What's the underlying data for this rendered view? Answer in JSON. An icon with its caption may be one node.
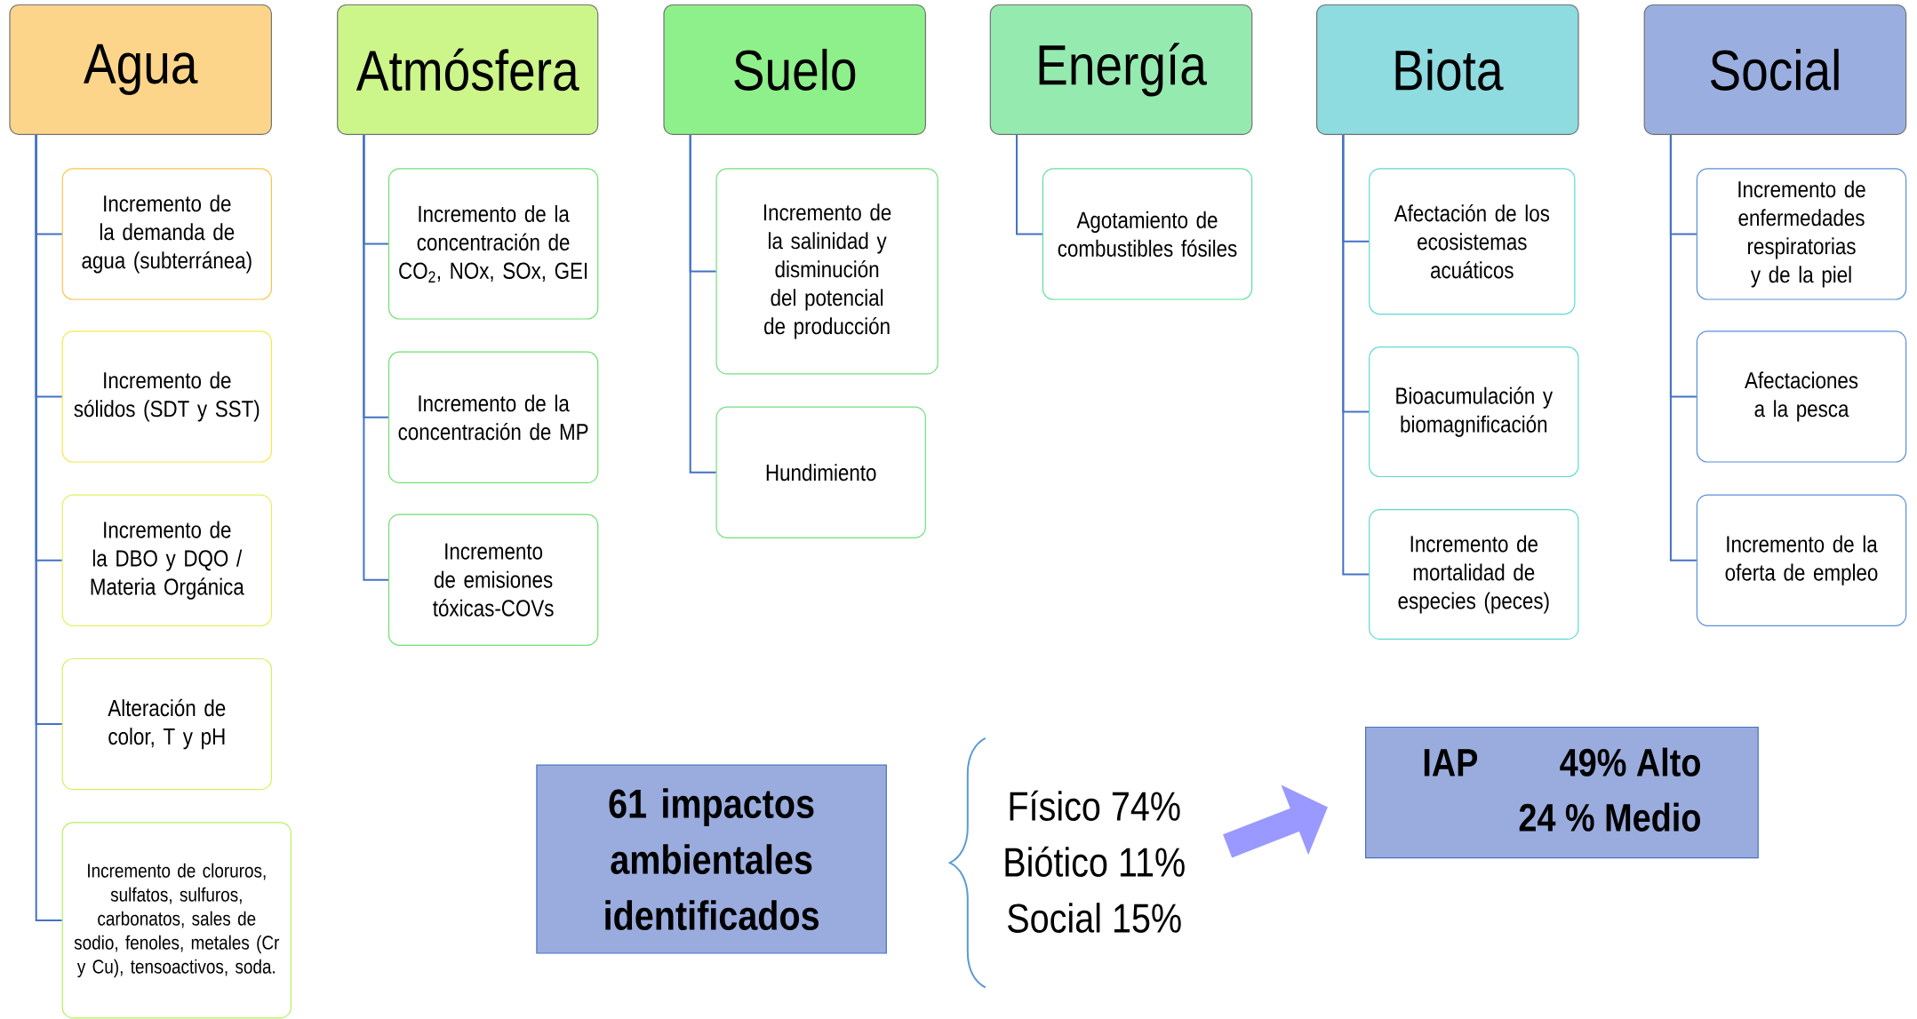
{
  "diagram": {
    "nodes": [
      {
        "text": [
          "Agua"
        ]
      },
      {
        "text": [
          "Incremento de la demanda de agua (subterránea)"
        ]
      },
      {
        "text": [
          "Incremento de sólidos (SDT y SST)"
        ]
      },
      {
        "text": [
          "Incremento de la DBO  y DQO / Materia Orgánica"
        ]
      },
      {
        "text": [
          "Alteración de color, T y pH"
        ]
      },
      {
        "text": [
          "Incremento de cloruros, sulfatos, sulfuros, carbonatos, sales de sodio, fenoles, metales (Cr y Cu), tensoactivos, soda."
        ]
      },
      {
        "text": [
          "Atmósfera"
        ]
      },
      {
        "text": [
          "Incremento de la concentración de CO$_{2}$, NOx, SOx, GEI"
        ]
      },
      {
        "text": [
          "Incremento de la concentración de MP"
        ]
      },
      {
        "text": [
          "Incremento de emisiones tóxicas-COVs"
        ]
      },
      {
        "text": [
          "Suelo"
        ]
      },
      {
        "text": [
          "Incremento de la salinidad y disminución del potencial de producción"
        ]
      },
      {
        "text": [
          "Hundimiento"
        ]
      },
      {
        "text": [
          "Energía"
        ]
      },
      {
        "text": [
          "Agotamiento de combustibles fósiles"
        ]
      },
      {
        "text": [
          "Biota"
        ]
      },
      {
        "text": [
          "Afectación de los ecosistemas acuáticos"
        ]
      },
      {
        "text": [
          "Bioacumulación y biomagnificación"
        ]
      },
      {
        "text": [
          "Incremento de mortalidad de especies (peces)"
        ]
      },
      {
        "text": [
          "Social"
        ]
      },
      {
        "text": [
          "Incremento de enfermedades respiratorias y de la piel"
        ]
      },
      {
        "text": [
          "Afectaciones a la pesca"
        ]
      },
      {
        "text": [
          "Incremento de la oferta de empleo"
        ]
      },
      {
        "text": [
          "61 impactos ambientales identificados"
        ]
      },
      {
        "text": [
          "Físico 74%",
          "Biótico 11%",
          "Social 15%"
        ]
      },
      {
        "text": [
          "IAP",
          "49%  Alto",
          "24 % Medio"
        ]
      }
    ],
    "edges": [
      {
        "from": 0,
        "to": 1,
        "arrow": "none"
      },
      {
        "from": 0,
        "to": 2,
        "arrow": "none"
      },
      {
        "from": 0,
        "to": 3,
        "arrow": "none"
      },
      {
        "from": 0,
        "to": 4,
        "arrow": "none"
      },
      {
        "from": 0,
        "to": 5,
        "arrow": "none"
      },
      {
        "from": 6,
        "to": 7,
        "arrow": "none"
      },
      {
        "from": 6,
        "to": 8,
        "arrow": "none"
      },
      {
        "from": 6,
        "to": 9,
        "arrow": "none"
      },
      {
        "from": 10,
        "to": 11,
        "arrow": "none"
      },
      {
        "from": 10,
        "to": 12,
        "arrow": "none"
      },
      {
        "from": 13,
        "to": 14,
        "arrow": "none"
      },
      {
        "from": 15,
        "to": 16,
        "arrow": "none"
      },
      {
        "from": 15,
        "to": 17,
        "arrow": "none"
      },
      {
        "from": 15,
        "to": 18,
        "arrow": "none"
      },
      {
        "from": 19,
        "to": 20,
        "arrow": "none"
      },
      {
        "from": 19,
        "to": 21,
        "arrow": "none"
      },
      {
        "from": 19,
        "to": 22,
        "arrow": "none"
      },
      {
        "from": 24,
        "to": 25,
        "arrow": "to",
        "style": "thick",
        "color": "#9999ff"
      }
    ]
  }
}
